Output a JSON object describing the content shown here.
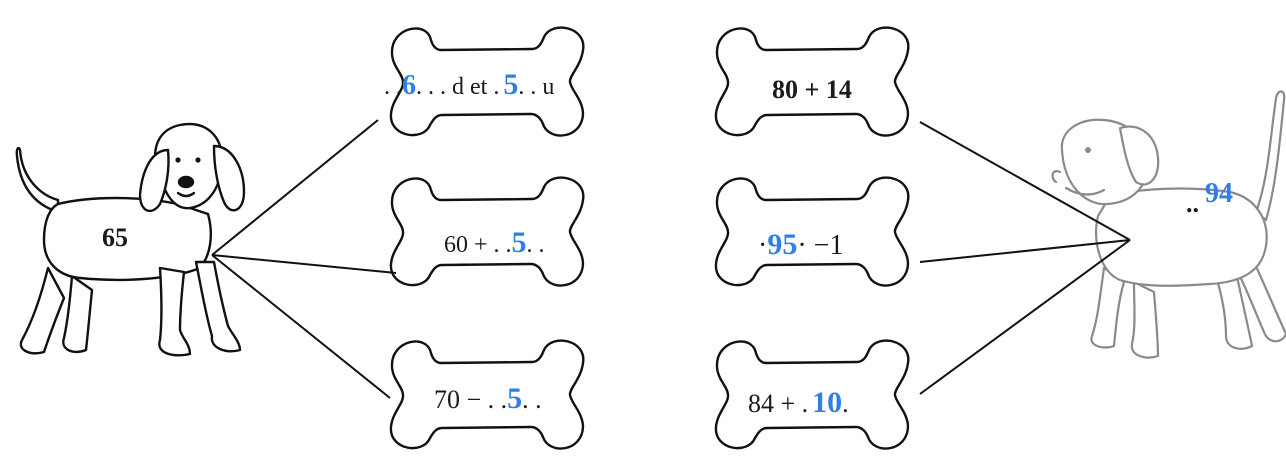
{
  "colors": {
    "answer": "#2f7fe6",
    "ink": "#1a1a1a"
  },
  "dog_left": {
    "number": "65"
  },
  "dog_right": {
    "dots": "..",
    "number": "94"
  },
  "bones": {
    "b1": {
      "p1": ". .",
      "v1": "6",
      "p2": ". . .  d et  .",
      "v2": "5",
      "p3": ". .    u"
    },
    "b2": {
      "p1": "60 + . .",
      "v1": "5",
      "p2": ". ."
    },
    "b3": {
      "p1": "70 − . .",
      "v1": "5",
      "p2": ". ."
    },
    "b4": {
      "p1": "80 + 14"
    },
    "b5": {
      "p0": "·",
      "v1": "95",
      "p2": "· −1"
    },
    "b6": {
      "p1": "84 + .",
      "v1": "10",
      "p2": "."
    }
  }
}
